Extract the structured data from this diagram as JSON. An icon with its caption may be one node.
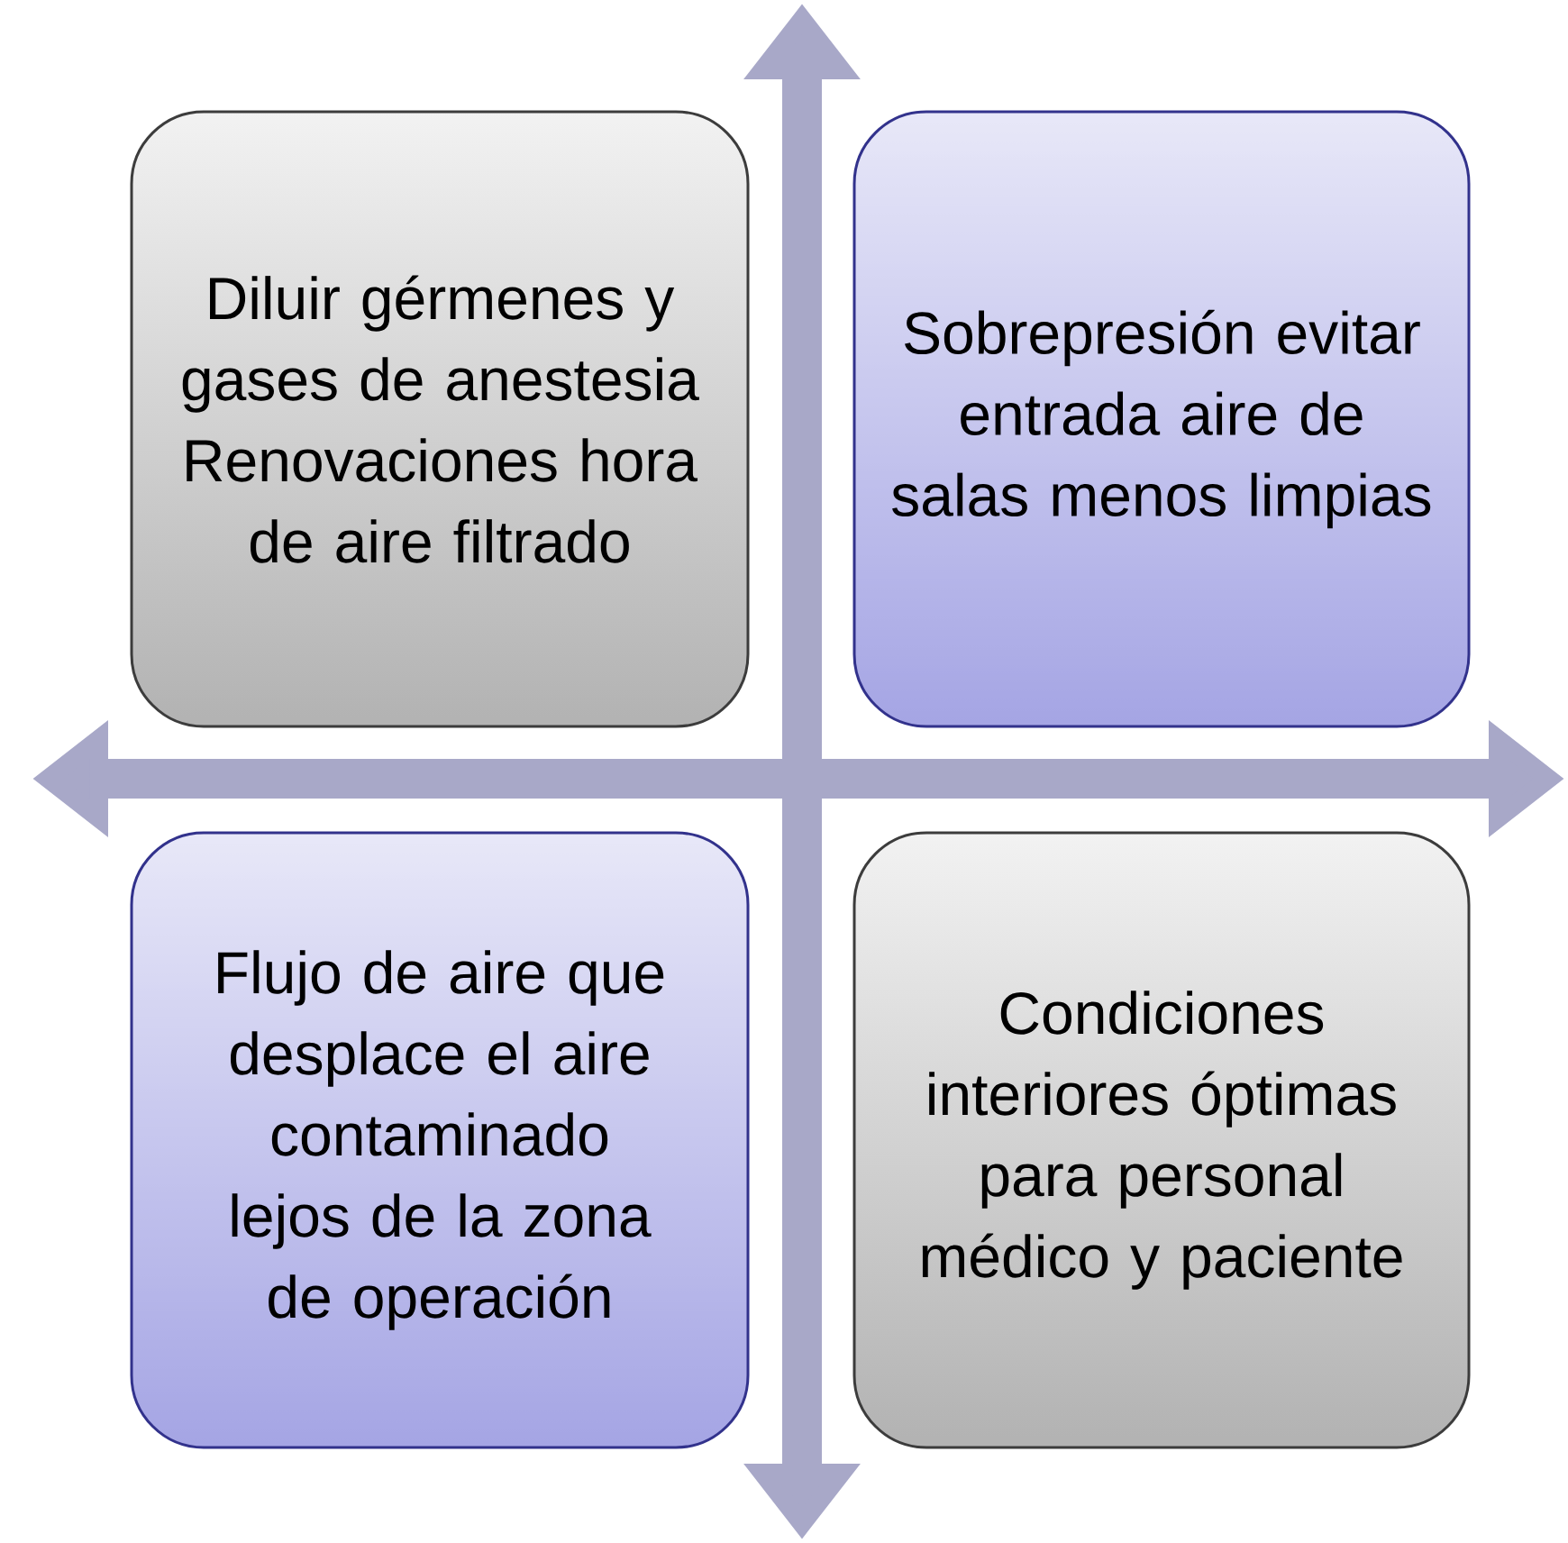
{
  "diagram": {
    "nodes": [
      {
        "text": [
          "Diluir gérmenes y gases de anestesia",
          "Renovaciones hora de aire filtrado"
        ]
      },
      {
        "text": [
          "Sobrepresión evitar entrada aire de salas menos limpias"
        ]
      },
      {
        "text": [
          "Flujo de aire que desplace el aire contaminado lejos de la zona de operación"
        ]
      },
      {
        "text": [
          "Condiciones interiores óptimas para personal médico y paciente"
        ]
      }
    ]
  }
}
